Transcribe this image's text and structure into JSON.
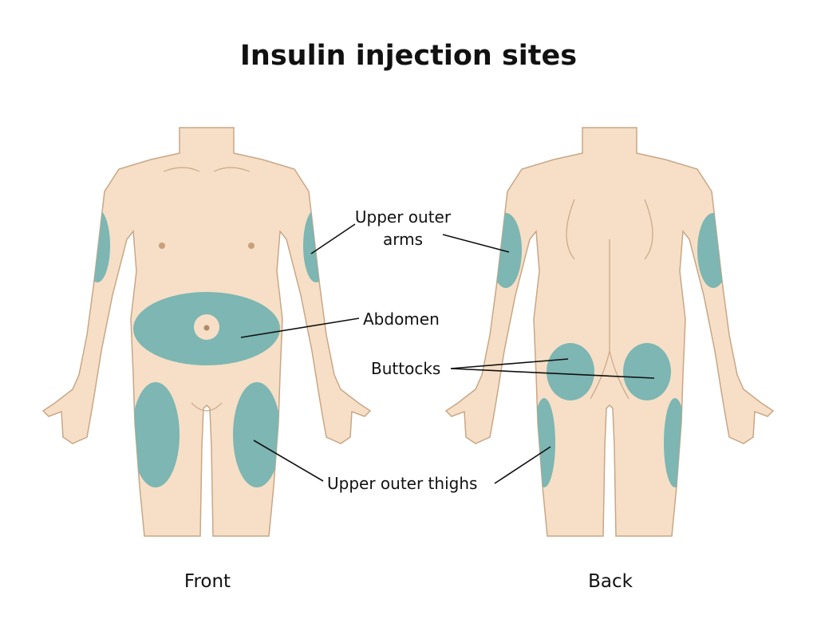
{
  "title": "Insulin injection sites",
  "labels": {
    "arms": "Upper outer arms",
    "abdomen": "Abdomen",
    "buttocks": "Buttocks",
    "thighs": "Upper outer thighs",
    "front": "Front",
    "back": "Back"
  },
  "colors": {
    "skin": "#F6DFC6",
    "outline": "#C8A786",
    "site": "#7DB6B2",
    "line": "#111111"
  }
}
